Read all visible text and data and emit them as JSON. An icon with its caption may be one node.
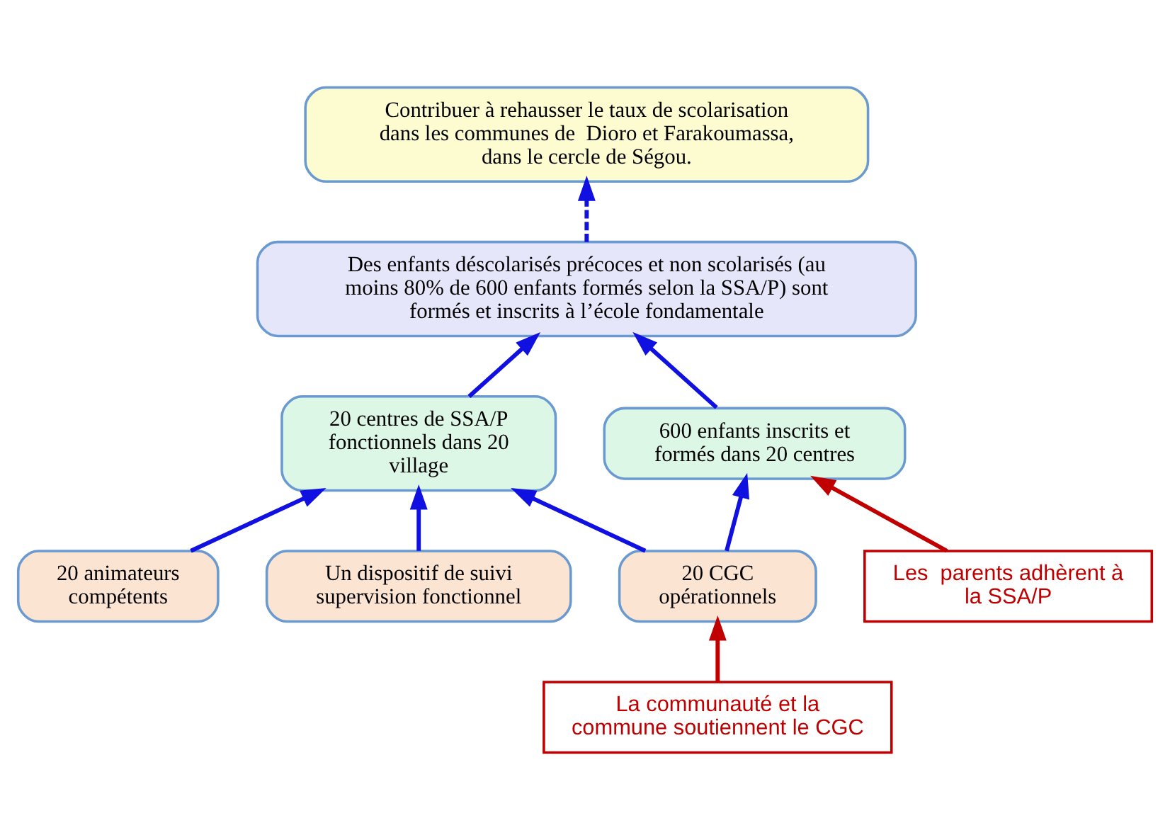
{
  "diagram": {
    "nodes": [
      {
        "text": [
          "Contribuer à rehausser le taux de scolarisation dans les communes de  Dioro et Farakoumassa, dans le cercle de Ségou."
        ]
      },
      {
        "text": [
          "Des enfants déscolarisés précoces et non scolarisés (au moins 80% de 600 enfants formés selon la SSA/P) sont formés et inscrits à l’école fondamentale"
        ]
      },
      {
        "text": [
          "20 centres de SSA/P fonctionnels dans 20 village"
        ]
      },
      {
        "text": [
          "600 enfants inscrits et formés dans 20 centres"
        ]
      },
      {
        "text": [
          "Les  parents adhèrent à la SSA/P"
        ]
      },
      {
        "text": [
          "20 animateurs compétents"
        ]
      },
      {
        "text": [
          "Un dispositif de suivi supervision fonctionnel"
        ]
      },
      {
        "text": [
          "20 CGC opérationnels"
        ]
      },
      {
        "text": [
          "La communauté et la commune soutiennent le CGC"
        ]
      }
    ],
    "edges": [
      {
        "from": 1,
        "to": 0,
        "arrow": "to",
        "style": "dashed"
      },
      {
        "from": 2,
        "to": 1,
        "arrow": "to"
      },
      {
        "from": 3,
        "to": 1,
        "arrow": "to"
      },
      {
        "from": 5,
        "to": 2,
        "arrow": "to"
      },
      {
        "from": 6,
        "to": 2,
        "arrow": "to"
      },
      {
        "from": 7,
        "to": 2,
        "arrow": "to"
      },
      {
        "from": 7,
        "to": 3,
        "arrow": "to"
      },
      {
        "from": 4,
        "to": 3,
        "arrow": "to",
        "color": "#c00000"
      },
      {
        "from": 8,
        "to": 7,
        "arrow": "to",
        "color": "#c00000"
      }
    ]
  }
}
